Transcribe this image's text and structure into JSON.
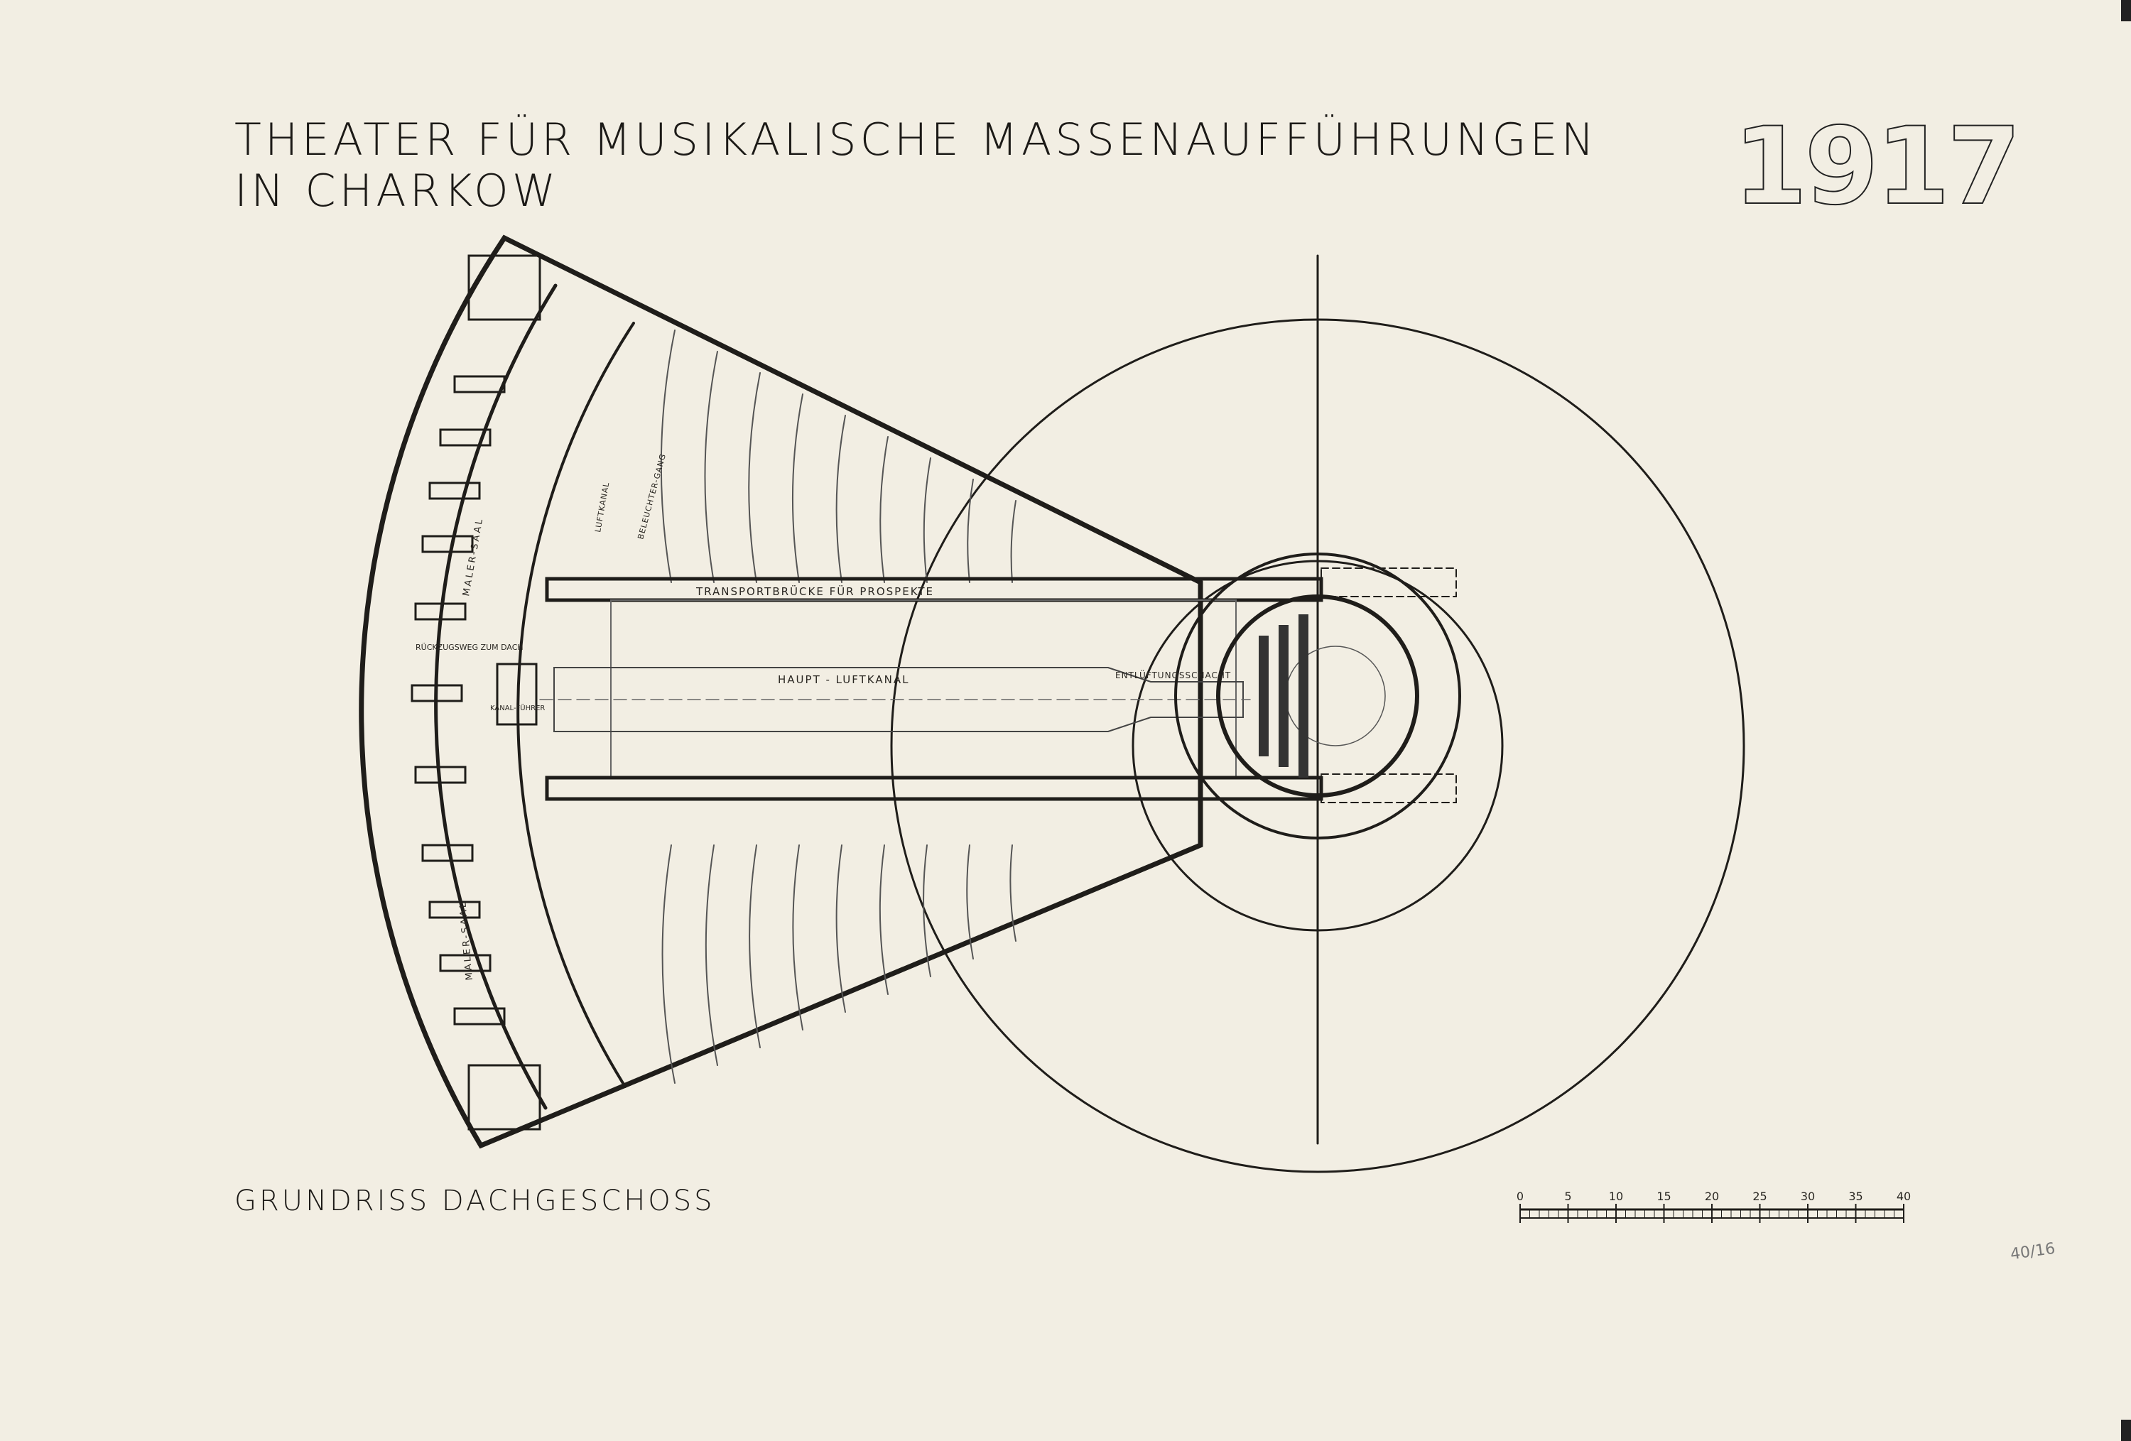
{
  "title": {
    "line1": "THEATER FÜR MUSIKALISCHE MASSENAUFFÜHRUNGEN",
    "line2": "IN CHARKOW"
  },
  "year": "1917",
  "sheet_title": "GRUNDRISS DACHGESCHOSS",
  "inventory_mark": "40/16",
  "labels": {
    "transport": "TRANSPORTBRÜCKE FÜR PROSPEKTE",
    "main_duct": "HAUPT - LUFTKANAL",
    "vent_shaft": "ENTLÜFTUNGSSCHACHT",
    "retreat": "RÜCKZUGSWEG ZUM DACH",
    "guide": "KANAL-FÜHRER",
    "hall_top": "MALER-SAAL",
    "hall_bottom": "MALER-SAAL",
    "duct": "LUFTKANAL",
    "lit_aisle": "BELEUCHTER-GANG"
  },
  "scale": {
    "ticks": [
      "0",
      "5",
      "10",
      "15",
      "20",
      "25",
      "30",
      "35",
      "40"
    ]
  }
}
